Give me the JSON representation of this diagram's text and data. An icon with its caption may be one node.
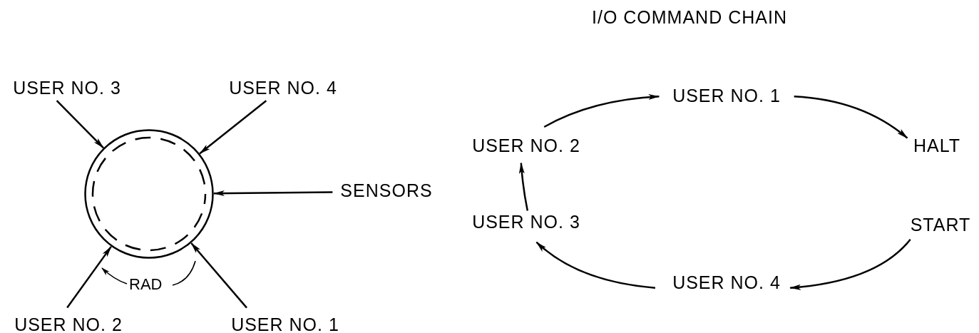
{
  "diagram": {
    "title": "I/O COMMAND CHAIN",
    "nodes": [
      {
        "text": [
          "USER NO. 3"
        ]
      },
      {
        "text": [
          "USER NO. 4"
        ]
      },
      {
        "text": [],
        "shape": "circle"
      },
      {
        "text": [
          "SENSORS"
        ]
      },
      {
        "text": [
          "USER NO. 2"
        ]
      },
      {
        "text": [
          "USER NO. 1"
        ]
      },
      {
        "text": [
          "USER NO. 1"
        ]
      },
      {
        "text": [
          "HALT"
        ]
      },
      {
        "text": [
          "START"
        ]
      },
      {
        "text": [
          "USER NO. 4"
        ]
      },
      {
        "text": [
          "USER NO. 3"
        ]
      },
      {
        "text": [
          "USER NO. 2"
        ]
      }
    ],
    "edges": [
      {
        "from": 0,
        "to": 2,
        "arrow": "to"
      },
      {
        "from": 1,
        "to": 2,
        "arrow": "to"
      },
      {
        "from": 3,
        "to": 2,
        "arrow": "to"
      },
      {
        "from": 4,
        "to": 2,
        "arrow": "to"
      },
      {
        "from": 5,
        "to": 2,
        "arrow": "to"
      },
      {
        "from": 11,
        "to": 6,
        "arrow": "to"
      },
      {
        "from": 6,
        "to": 7,
        "arrow": "to"
      },
      {
        "from": 8,
        "to": 9,
        "arrow": "to"
      },
      {
        "from": 9,
        "to": 10,
        "arrow": "to"
      },
      {
        "from": 10,
        "to": 11,
        "arrow": "to"
      }
    ],
    "labels": [
      "RAD"
    ]
  }
}
